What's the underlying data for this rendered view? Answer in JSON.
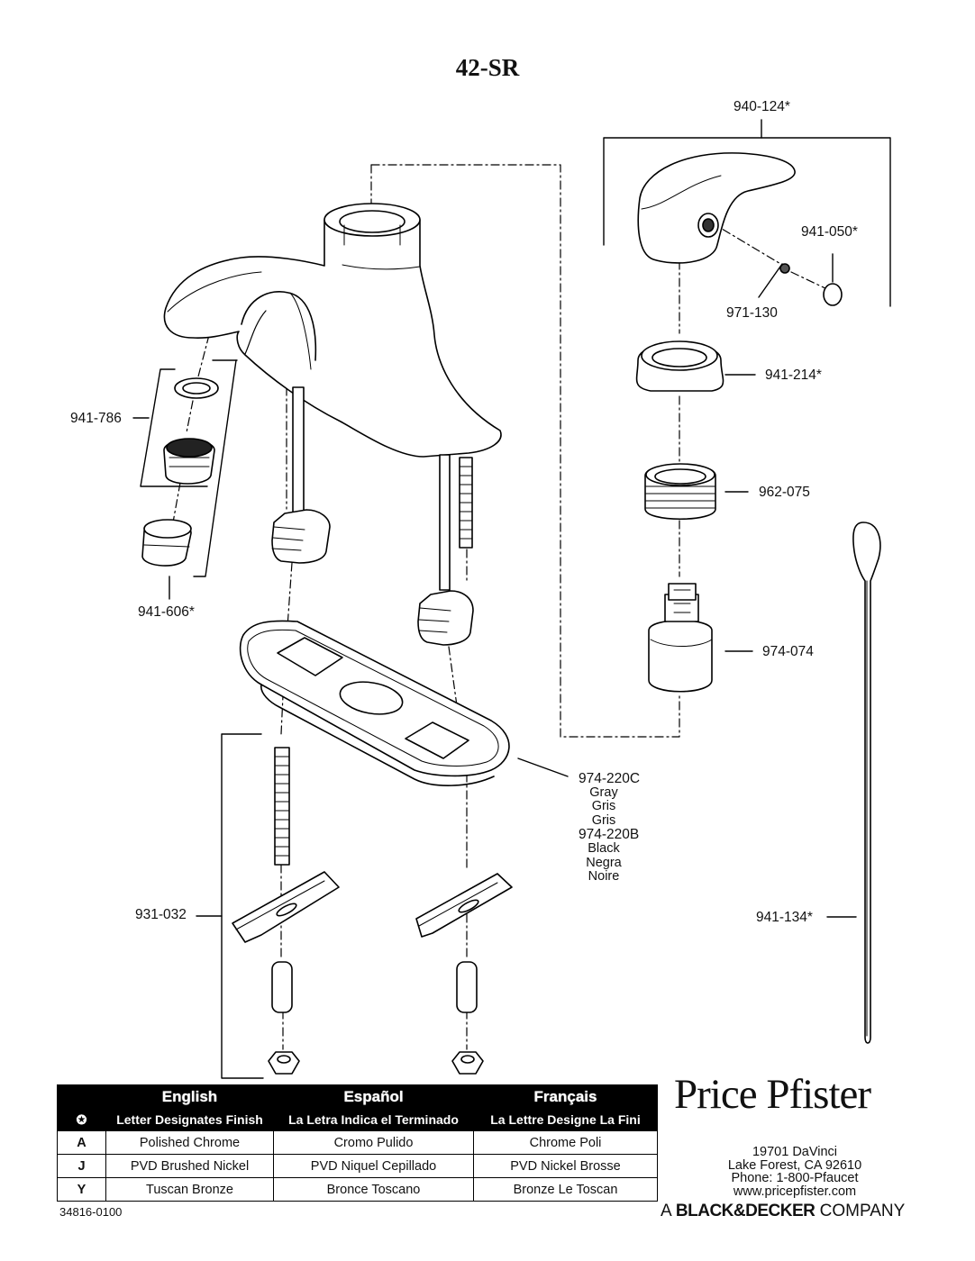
{
  "model": "42-SR",
  "parts": {
    "handle": "940-124*",
    "button": "941-050*",
    "screw": "971-130",
    "cap": "941-214*",
    "nut": "962-075",
    "cartridge": "974-074",
    "aerator_assembly": "941-786",
    "aerator_housing": "941-606*",
    "escutcheon_gray": "974-220C",
    "escutcheon_black": "974-220B",
    "mounting_hardware": "931-032",
    "lift_rod": "941-134*"
  },
  "escutcheon_colors": {
    "gray": [
      "Gray",
      "Gris",
      "Gris"
    ],
    "black": [
      "Black",
      "Negra",
      "Noire"
    ]
  },
  "finish_table": {
    "languages": [
      "English",
      "Español",
      "Français"
    ],
    "key_symbol": "✪",
    "subheaders": [
      "Letter Designates Finish",
      "La Letra Indica el Terminado",
      "La Lettre Designe La Fini"
    ],
    "rows": [
      {
        "code": "A",
        "cells": [
          "Polished Chrome",
          "Cromo Pulido",
          "Chrome Poli"
        ]
      },
      {
        "code": "J",
        "cells": [
          "PVD Brushed Nickel",
          "PVD Niquel Cepillado",
          "PVD Nickel Brosse"
        ]
      },
      {
        "code": "Y",
        "cells": [
          "Tuscan Bronze",
          "Bronce Toscano",
          "Bronze Le Toscan"
        ]
      }
    ]
  },
  "brand": {
    "name": "Price Pfister",
    "address": [
      "19701 DaVinci",
      "Lake Forest, CA 92610",
      "Phone: 1-800-Pfaucet",
      "www.pricepfister.com"
    ],
    "parent_prefix": "A",
    "parent_name": "BLACK&DECKER",
    "parent_suffix": "COMPANY"
  },
  "document_number": "34816-0100"
}
